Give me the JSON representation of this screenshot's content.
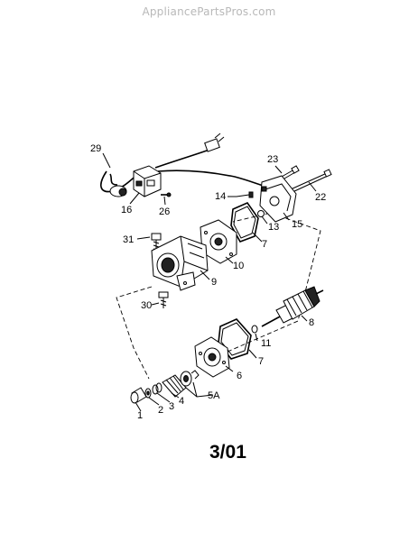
{
  "header": {
    "watermark": "AppliancePartsPros.com"
  },
  "diagram": {
    "date_code": "3/01",
    "callouts": {
      "p29": "29",
      "p16": "16",
      "p26": "26",
      "p23": "23",
      "p22": "22",
      "p14": "14",
      "p13": "13",
      "p15": "15",
      "p7a": "7",
      "p31": "31",
      "p10": "10",
      "p9": "9",
      "p30": "30",
      "p8": "8",
      "p11": "11",
      "p7b": "7",
      "p6": "6",
      "p5a": "5A",
      "p1": "1",
      "p2": "2",
      "p3": "3",
      "p4": "4"
    }
  }
}
